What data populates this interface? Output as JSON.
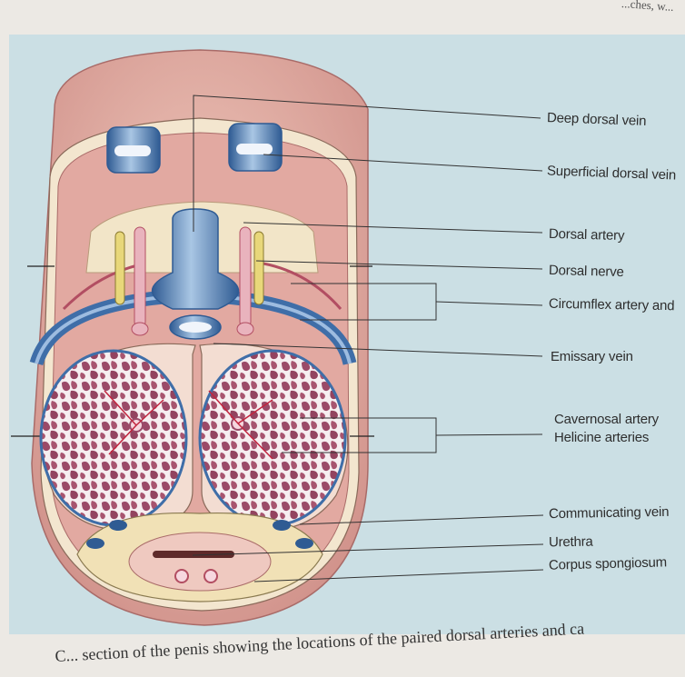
{
  "header_fragment": "...ches, w...",
  "labels": {
    "deep_dorsal_vein": "Deep dorsal vein",
    "superficial_dorsal_vein": "Superficial dorsal vein",
    "dorsal_artery": "Dorsal artery",
    "dorsal_nerve": "Dorsal nerve",
    "circumflex": "Circumflex artery and",
    "emissary_vein": "Emissary vein",
    "cavernosal_artery": "Cavernosal artery",
    "helicine_arteries": "Helicine arteries",
    "communicating_vein": "Communicating vein",
    "urethra": "Urethra",
    "corpus_spongiosum": "Corpus spongiosum"
  },
  "caption": "C... section of the penis showing the locations of the paired dorsal arteries and ca",
  "colors": {
    "panel": "#cbdfe4",
    "skin": "#dba09a",
    "tunica": "#f2e5c8",
    "vein": "#3f6ea8",
    "artery": "#b24e62",
    "nerve": "#e8d77a",
    "erectile": "#9b4a68",
    "leader_line": "#333333"
  }
}
